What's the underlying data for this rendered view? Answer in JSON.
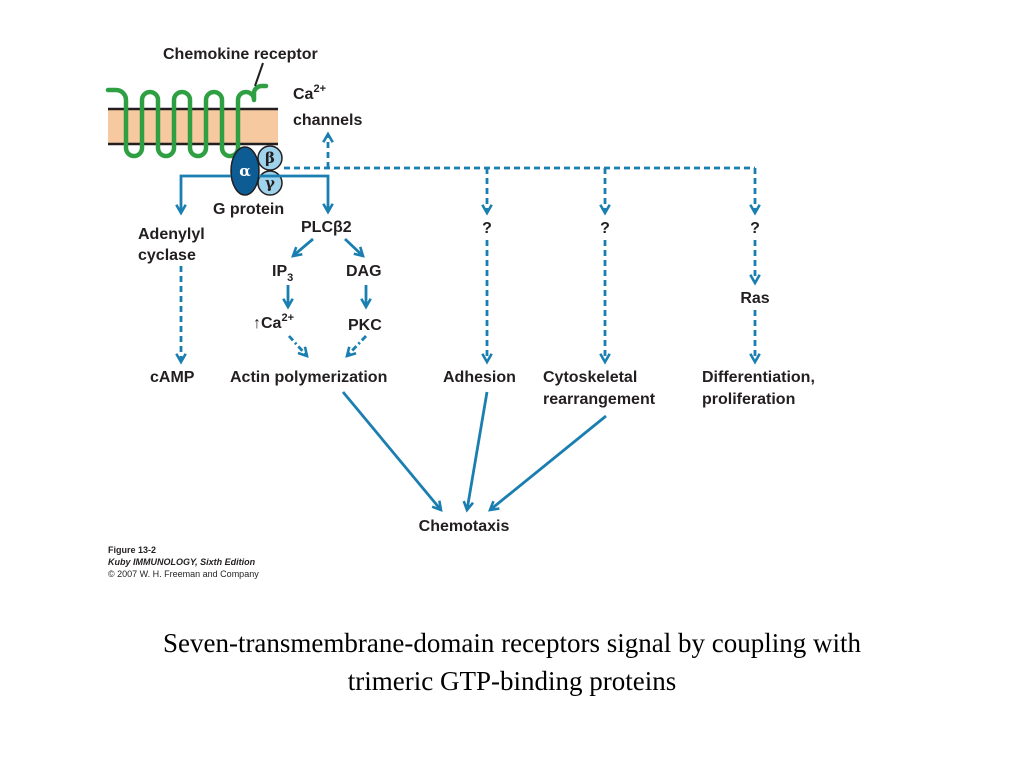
{
  "diagram": {
    "receptor_label": "Chemokine receptor",
    "ca_channels": {
      "base": "Ca",
      "sup": "2+",
      "line2": "channels"
    },
    "g_protein": {
      "label": "G protein",
      "alpha": "α",
      "beta": "β",
      "gamma": "γ"
    },
    "adenylyl_cyclase": {
      "line1": "Adenylyl",
      "line2": "cyclase"
    },
    "plc": {
      "base": "PLC",
      "greek": "β",
      "num": "2"
    },
    "ip3": {
      "base": "IP",
      "sub": "3"
    },
    "dag": "DAG",
    "ca_rise": {
      "arrow": "↑",
      "base": "Ca",
      "sup": "2+"
    },
    "pkc": "PKC",
    "unknown_marks": [
      "?",
      "?",
      "?"
    ],
    "ras": "Ras",
    "camp": "cAMP",
    "actin": "Actin polymerization",
    "adhesion": "Adhesion",
    "cytoskeletal": {
      "line1": "Cytoskeletal",
      "line2": "rearrangement"
    },
    "differentiation": {
      "line1": "Differentiation,",
      "line2": "proliferation"
    },
    "chemotaxis": "Chemotaxis",
    "figure_credit": {
      "line1": "Figure 13-2",
      "line2": "Kuby IMMUNOLOGY, Sixth Edition",
      "line3": "© 2007 W. H. Freeman and Company"
    },
    "colors": {
      "arrow": "#1a7fb0",
      "receptor": "#2ea043",
      "membrane": "#f7c9a0",
      "alpha_subunit": "#0d5c93",
      "beta_gamma_subunit": "#9fd3ec"
    }
  },
  "caption": {
    "line1": "Seven-transmembrane-domain receptors signal by coupling with",
    "line2": "trimeric GTP-binding proteins"
  }
}
